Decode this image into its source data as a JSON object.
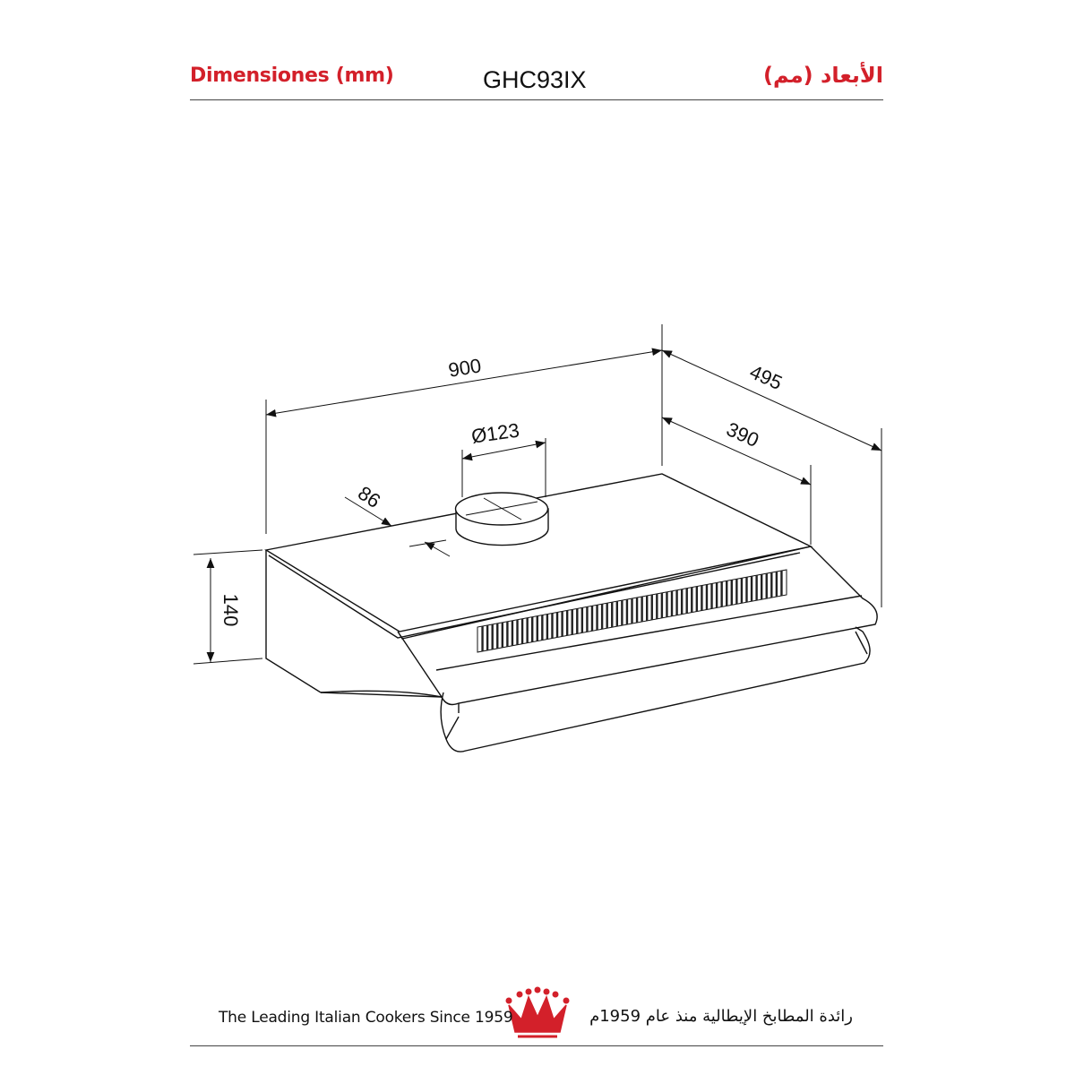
{
  "header": {
    "title_es": "Dimensiones (mm)",
    "model": "GHC93IX",
    "title_ar": "الأبعاد (مم)"
  },
  "dimensions": {
    "width": "900",
    "depth_total": "495",
    "depth_inner": "390",
    "outlet_diameter": "Ø123",
    "outlet_offset": "86",
    "height": "140"
  },
  "footer": {
    "tagline_en": "The Leading Italian Cookers Since 1959",
    "tagline_ar": "رائدة المطابخ الإيطالية منذ عام 1959م",
    "logo_icon": "crown-icon"
  },
  "colors": {
    "accent": "#d3202a",
    "line": "#111111"
  }
}
